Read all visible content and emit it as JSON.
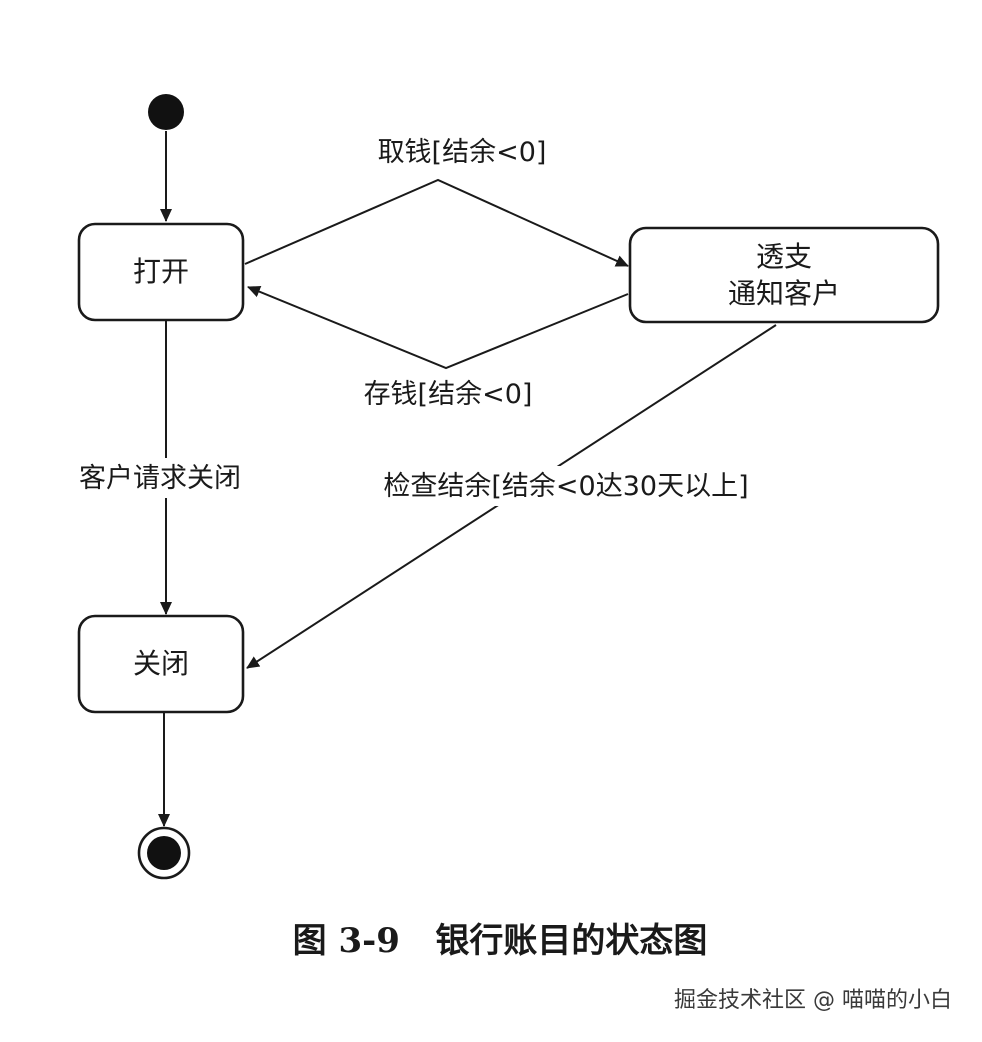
{
  "diagram": {
    "states": {
      "open": "打开",
      "overdrawn_line1": "透支",
      "overdrawn_line2": "通知客户",
      "closed": "关闭"
    },
    "transitions": {
      "withdraw": "取钱[结余<0]",
      "deposit": "存钱[结余<0]",
      "request_close": "客户请求关闭",
      "check_balance": "检查结余[结余<0达30天以上]"
    }
  },
  "caption": "图 3-9   银行账目的状态图",
  "watermark": "掘金技术社区 @ 喵喵的小白"
}
